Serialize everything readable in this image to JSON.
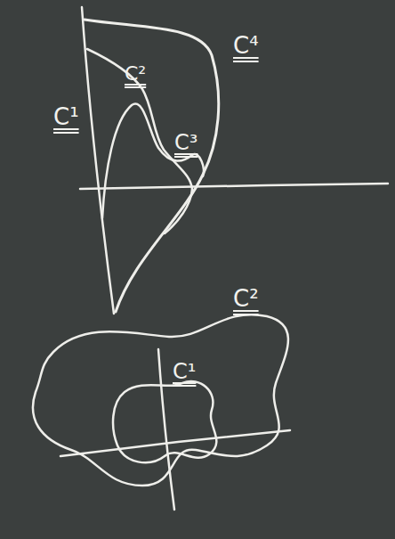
{
  "diagram": {
    "labels": [
      "C¹",
      "C²",
      "C³",
      "C⁴",
      "C²",
      "C¹"
    ]
  }
}
